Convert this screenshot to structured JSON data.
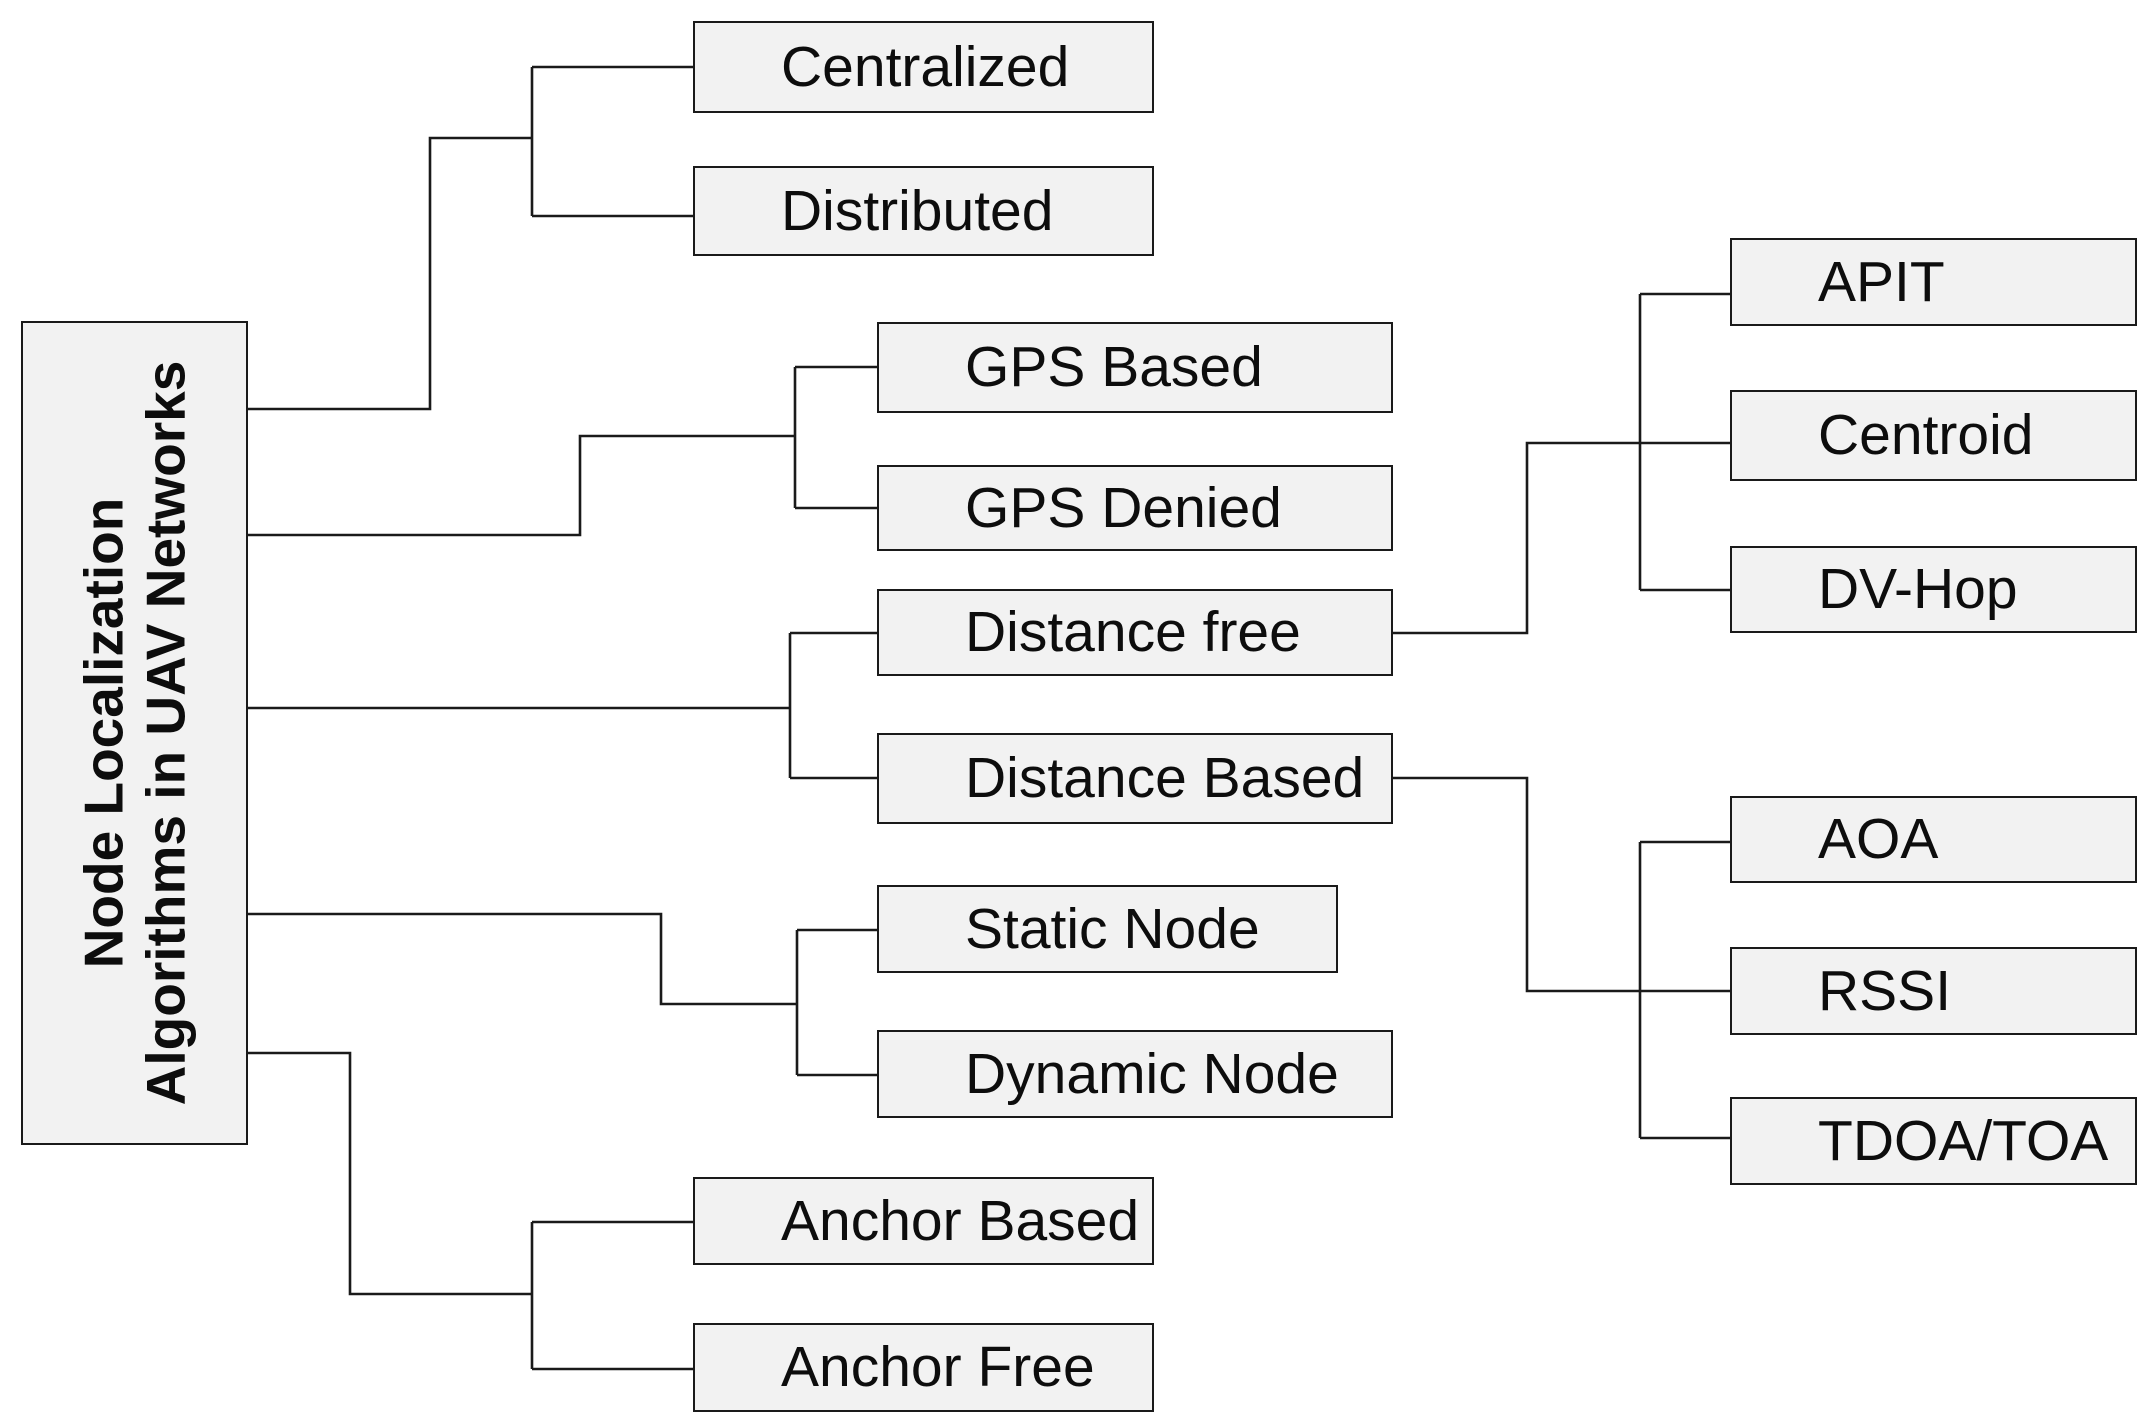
{
  "root": {
    "line1": "Node Localization",
    "line2": "Algorithms in UAV Networks"
  },
  "nodes": {
    "centralized": "Centralized",
    "distributed": "Distributed",
    "gps_based": "GPS Based",
    "gps_denied": "GPS Denied",
    "distance_free": "Distance free",
    "distance_based": "Distance Based",
    "static_node": "Static Node",
    "dynamic_node": "Dynamic Node",
    "anchor_based": "Anchor Based",
    "anchor_free": "Anchor Free",
    "apit": "APIT",
    "centroid": "Centroid",
    "dv_hop": "DV-Hop",
    "aoa": "AOA",
    "rssi": "RSSI",
    "tdoa_toa": "TDOA/TOA"
  },
  "colors": {
    "box_fill": "#f2f2f2",
    "line": "#1a1a1a",
    "text": "#0d0d0d"
  }
}
